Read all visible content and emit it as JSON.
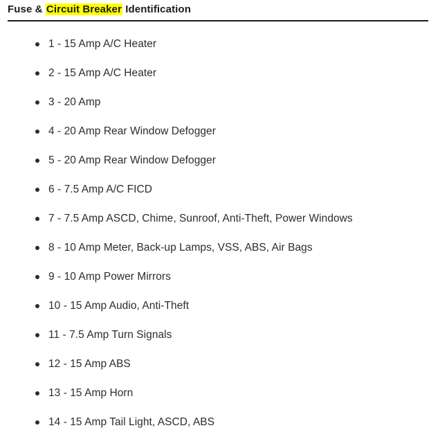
{
  "document": {
    "title_prefix": "Fuse & ",
    "title_highlight": "Circuit Breaker",
    "title_suffix": " Identification",
    "highlight_color": "#ffff00",
    "text_color": "#2c2c2c",
    "heading_color": "#1b1b1b",
    "background_color": "#ffffff",
    "rule_color": "#1a1a1a"
  },
  "fuse_list": {
    "items": [
      {
        "label": "1 - 15 Amp A/C Heater"
      },
      {
        "label": "2 - 15 Amp A/C Heater"
      },
      {
        "label": "3 - 20 Amp"
      },
      {
        "label": "4 - 20 Amp Rear Window Defogger"
      },
      {
        "label": "5 - 20 Amp Rear Window Defogger"
      },
      {
        "label": "6 - 7.5 Amp A/C FICD"
      },
      {
        "label": "7 - 7.5 Amp ASCD, Chime, Sunroof, Anti-Theft, Power Windows"
      },
      {
        "label": "8 - 10 Amp Meter, Back-up Lamps, VSS, ABS, Air Bags"
      },
      {
        "label": "9 - 10 Amp Power Mirrors"
      },
      {
        "label": "10 - 15 Amp Audio, Anti-Theft"
      },
      {
        "label": "11 - 7.5 Amp Turn Signals"
      },
      {
        "label": "12 - 15 Amp ABS"
      },
      {
        "label": "13 - 15 Amp Horn"
      },
      {
        "label": "14 - 15 Amp Tail Light, ASCD, ABS"
      }
    ]
  }
}
